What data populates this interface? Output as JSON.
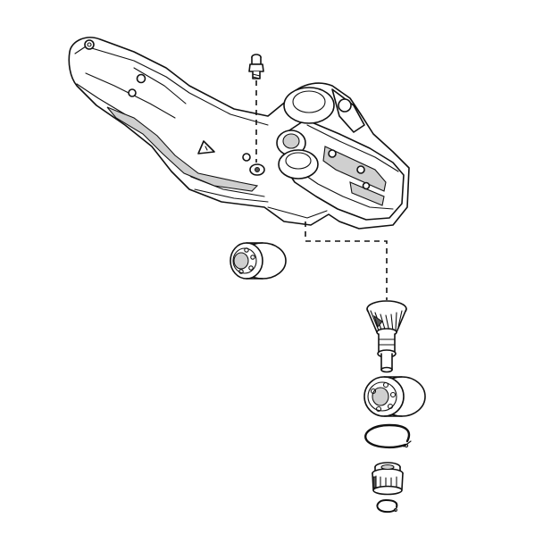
{
  "diagram": {
    "type": "exploded-parts-view",
    "parts": [
      "gearbox-housing",
      "grease-nipple",
      "ball-bearing-small",
      "bevel-pinion-shaft",
      "ball-bearing-large",
      "circlip-large",
      "drive-gear",
      "circlip-small"
    ],
    "colors": {
      "line": "#111111",
      "fill": "#ffffff",
      "shade": "#cfcfcf"
    }
  }
}
